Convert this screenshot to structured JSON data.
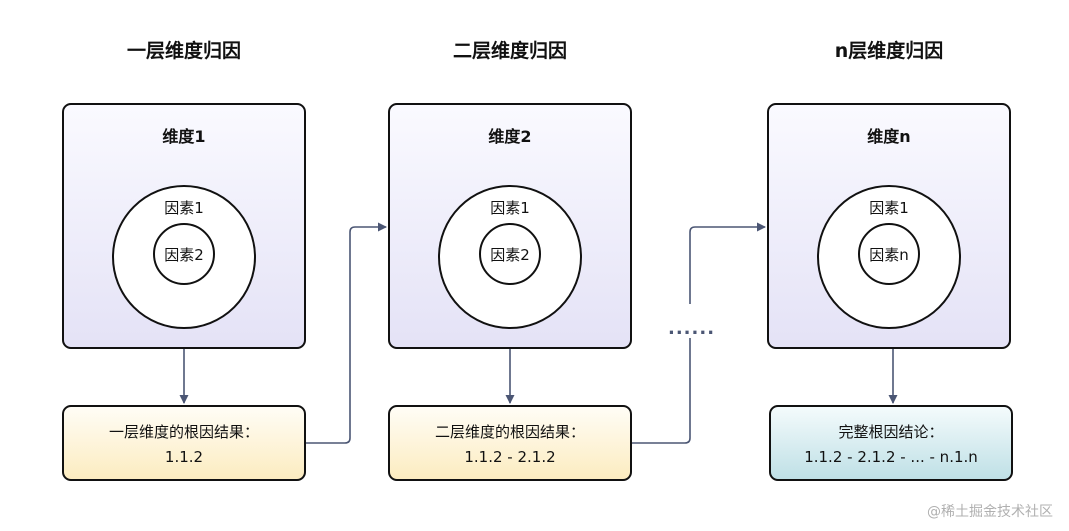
{
  "columns": [
    {
      "title": "一层维度归因",
      "dimension": "维度1",
      "outer_factor": "因素1",
      "inner_factor": "因素2",
      "result_line1": "一层维度的根因结果：",
      "result_line2": "1.1.2"
    },
    {
      "title": "二层维度归因",
      "dimension": "维度2",
      "outer_factor": "因素1",
      "inner_factor": "因素2",
      "result_line1": "二层维度的根因结果：",
      "result_line2": "1.1.2 - 2.1.2"
    },
    {
      "title": "n层维度归因",
      "dimension": "维度n",
      "outer_factor": "因素1",
      "inner_factor": "因素n",
      "result_line1": "完整根因结论：",
      "result_line2": "1.1.2 - 2.1.2 - ... - n.1.n"
    }
  ],
  "ellipsis": "......",
  "watermark": "@稀土掘金技术社区",
  "colors": {
    "arrow": "#4b5674",
    "dimension_box": "#e4e2f6",
    "intermediate_result": "#fcecc0",
    "final_result": "#bfe0e6"
  }
}
